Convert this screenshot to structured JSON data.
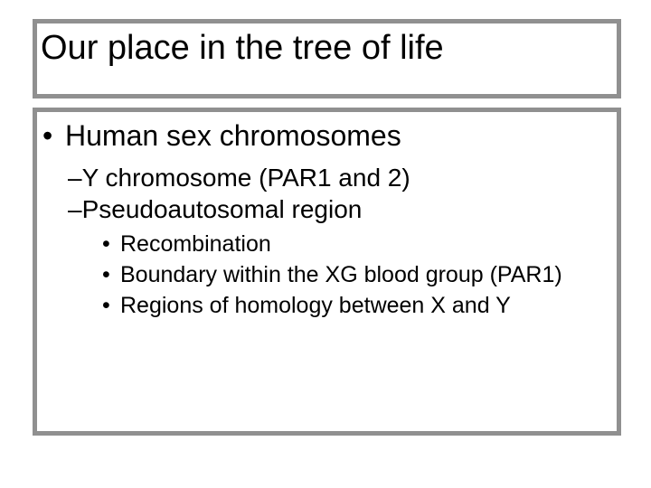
{
  "slide": {
    "title": "Our place in the tree of life",
    "body": {
      "items": [
        {
          "level": 1,
          "bullet": "•",
          "text": "Human sex chromosomes"
        },
        {
          "level": 2,
          "bullet": "–",
          "text": "Y chromosome (PAR1 and 2)"
        },
        {
          "level": 2,
          "bullet": "–",
          "text": "Pseudoautosomal region"
        },
        {
          "level": 3,
          "bullet": "•",
          "text": "Recombination"
        },
        {
          "level": 3,
          "bullet": "•",
          "text": "Boundary within the XG blood group (PAR1)"
        },
        {
          "level": 3,
          "bullet": "•",
          "text": "Regions of homology between X and Y"
        }
      ]
    },
    "colors": {
      "background": "#ffffff",
      "box_border": "#909090",
      "text": "#000000"
    }
  }
}
